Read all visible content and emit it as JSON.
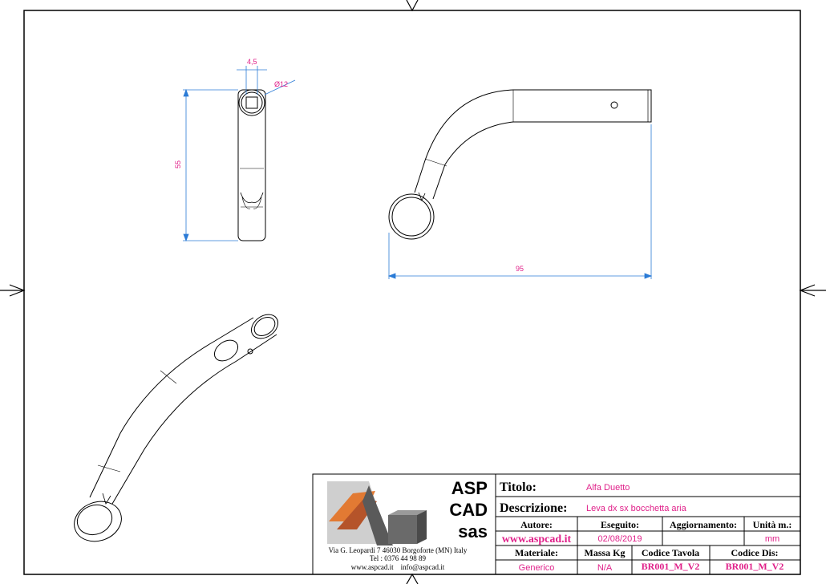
{
  "dimensions": {
    "width_square": "4,5",
    "diameter": "Ø12",
    "height": "55",
    "length": "95"
  },
  "title_block": {
    "logo_lines": [
      "ASP",
      "CAD",
      "sas"
    ],
    "address": "Via G. Leopardi 7 46030 Borgoforte (MN) Italy",
    "phone": "Tel : 0376 44 98 89",
    "web_email": "www.aspcad.it    info@aspcad.it",
    "titolo_label": "Titolo:",
    "titolo_value": "Alfa Duetto",
    "descrizione_label": "Descrizione:",
    "descrizione_value": "Leva dx sx bocchetta aria",
    "autore_label": "Autore:",
    "autore_value": "www.aspcad.it",
    "eseguito_label": "Eseguito:",
    "eseguito_value": "02/08/2019",
    "aggiornamento_label": "Aggiornamento:",
    "aggiornamento_value": "",
    "unita_label": "Unità m.:",
    "unita_value": "mm",
    "materiale_label": "Materiale:",
    "materiale_value": "Generico",
    "massa_label": "Massa Kg",
    "massa_value": "N/A",
    "codice_tavola_label": "Codice Tavola",
    "codice_tavola_value": "BR001_M_V2",
    "codice_dis_label": "Codice Dis:",
    "codice_dis_value": "BR001_M_V2"
  },
  "colors": {
    "dimension_line": "#2b7bd6",
    "dimension_text": "#e0218a",
    "value_text": "#e0218a",
    "outline": "#000000"
  }
}
